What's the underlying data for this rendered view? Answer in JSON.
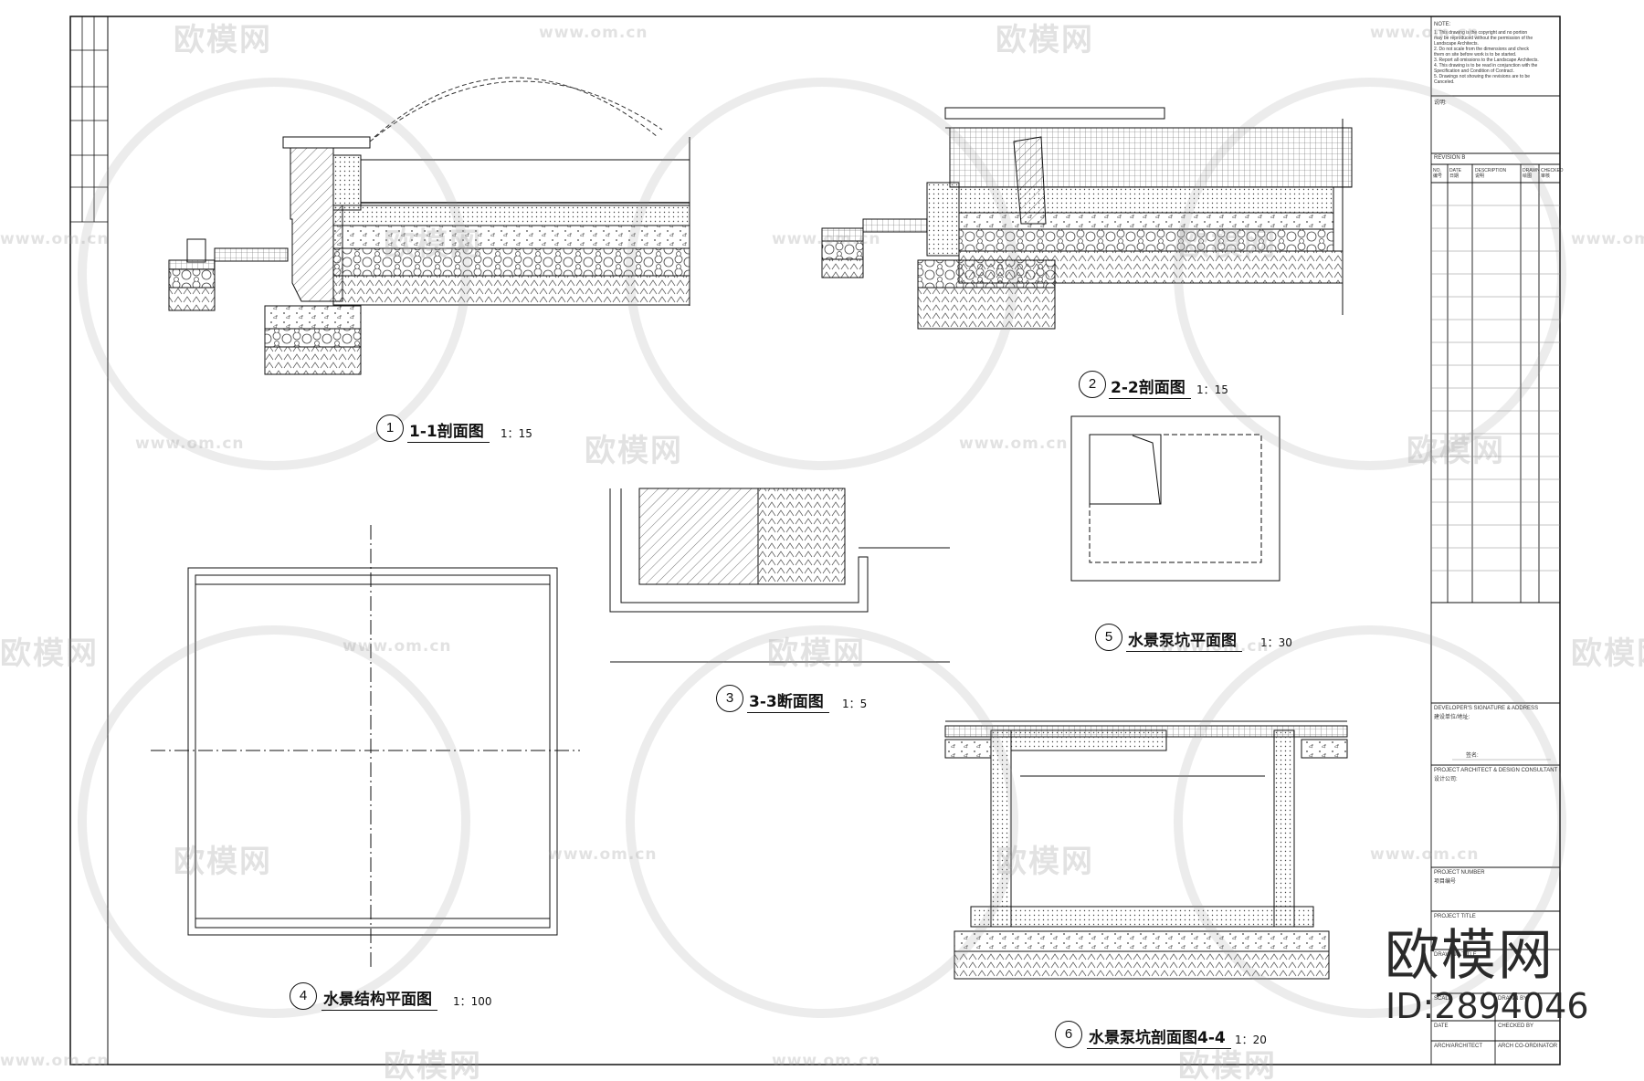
{
  "views": [
    {
      "num": "1",
      "title": "1-1剖面图",
      "scale": "1：15"
    },
    {
      "num": "2",
      "title": "2-2剖面图",
      "scale": "1：15"
    },
    {
      "num": "3",
      "title": "3-3断面图",
      "scale": "1：5"
    },
    {
      "num": "4",
      "title": "水景结构平面图",
      "scale": "1：100"
    },
    {
      "num": "5",
      "title": "水景泵坑平面图",
      "scale": "1：30"
    },
    {
      "num": "6",
      "title": "水景泵坑剖面图4-4",
      "scale": "1：20"
    }
  ],
  "title_block": {
    "notes_heading": "NOTE:",
    "notes_en": [
      "1. This drawing is the copyright and no portion",
      "may be reproduced without the permission of the",
      "Landscape Architects.",
      "2. Do not scale from the dimensions and check",
      "them on site before work is to be started.",
      "3. Report all omissions to the Landscape Architects.",
      "4. This drawing is to be read in conjunction with the",
      "Specification and Condition of Contract.",
      "5. Drawings not showing the revisions are to be",
      "Canceled."
    ],
    "notes_cn_heading": "说明:",
    "revision_label": "REVISION B",
    "rev_cols": [
      "NO.\n编号",
      "DATE\n日期",
      "DESCRIPTION\n说明",
      "DRAWN\n绘图",
      "CHECKED\n审核"
    ],
    "developer_label": "DEVELOPER'S SIGNATURE & ADDRESS",
    "developer_cn": "建设单位/地址:",
    "sign_label": "签名:",
    "architect_label": "PROJECT ARCHITECT & DESIGN CONSULTANT",
    "architect_cn": "设计公司:",
    "project_number_label": "PROJECT NUMBER",
    "project_number_cn": "项目编号",
    "project_title_label": "PROJECT TITLE",
    "drawing_title_label": "DRAWING TITLE",
    "scale_label": "SCALE",
    "date_label": "DATE",
    "drawn_label": "DRAWN BY",
    "checked_label": "CHECKED BY",
    "arch_label": "ARCH/ARCHITECT",
    "coord_label": "ARCH CO-ORDINATOR"
  },
  "branding": {
    "name": "欧模网",
    "id": "ID:2894046"
  },
  "watermarks": {
    "text": "欧模网",
    "url": "www.om.cn"
  }
}
